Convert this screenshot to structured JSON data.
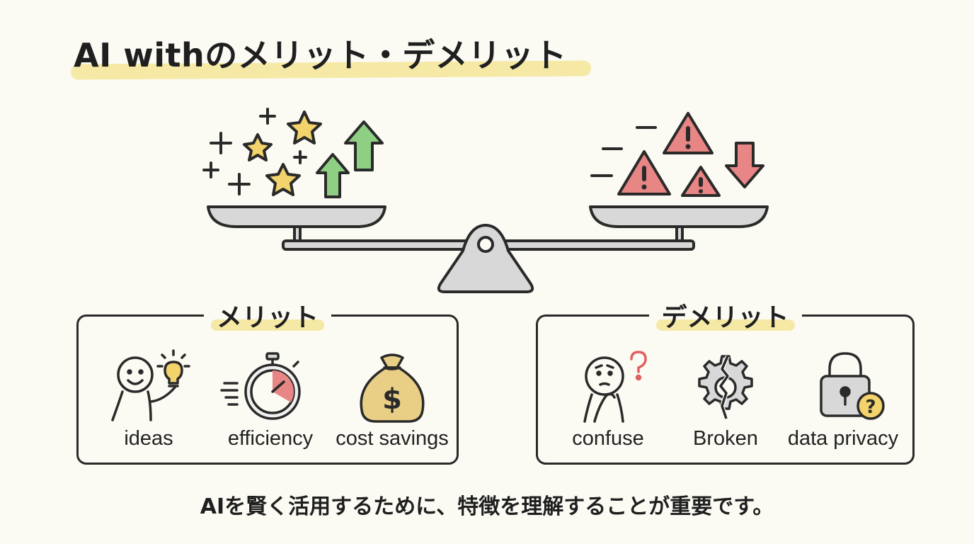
{
  "title": "AI withのメリット・デメリット",
  "scale": {
    "left_pan_icons": [
      "plus-icon",
      "star-icon",
      "up-arrow-icon"
    ],
    "right_pan_icons": [
      "minus-icon",
      "warning-icon",
      "down-arrow-icon"
    ]
  },
  "merits": {
    "heading": "メリット",
    "items": [
      {
        "label": "ideas",
        "icon": "person-lightbulb-icon"
      },
      {
        "label": "efficiency",
        "icon": "stopwatch-icon"
      },
      {
        "label": "cost savings",
        "icon": "money-bag-icon"
      }
    ]
  },
  "demerits": {
    "heading": "デメリット",
    "items": [
      {
        "label": "confuse",
        "icon": "confused-person-icon"
      },
      {
        "label": "Broken",
        "icon": "broken-gear-icon"
      },
      {
        "label": "data privacy",
        "icon": "padlock-question-icon"
      }
    ]
  },
  "footer": "AIを賢く活用するために、特徴を理解することが重要です。",
  "colors": {
    "background": "#fbfaf3",
    "highlight": "#f6e9a6",
    "star": "#f3d36b",
    "up_arrow": "#8fcf84",
    "warning": "#e88585",
    "metal": "#d8d8d8",
    "accent_red": "#e06060"
  }
}
